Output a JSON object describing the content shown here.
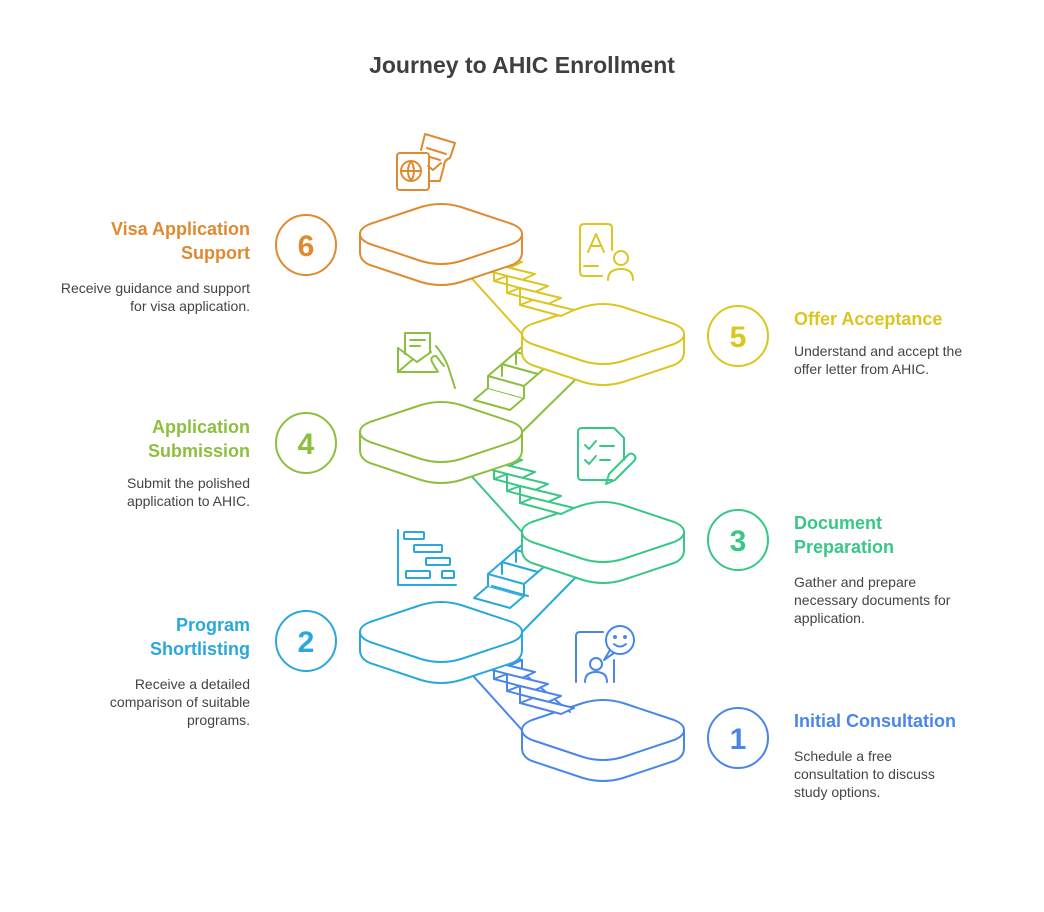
{
  "title": "Journey to AHIC Enrollment",
  "colors": {
    "step1": "#4A86E8",
    "step2": "#29A8DC",
    "step3": "#38C786",
    "step4": "#8DBF3F",
    "step5": "#DCC51F",
    "step6": "#E08A30"
  },
  "steps": [
    {
      "number": "1",
      "title": "Initial Consultation",
      "description": "Schedule a free consultation to discuss study options.",
      "icon": "consultation-chat-icon"
    },
    {
      "number": "2",
      "title": "Program Shortlisting",
      "description": "Receive a detailed comparison of suitable programs.",
      "icon": "gantt-chart-icon"
    },
    {
      "number": "3",
      "title": "Document Preparation",
      "description": "Gather and prepare necessary documents for application.",
      "icon": "checklist-edit-icon"
    },
    {
      "number": "4",
      "title": "Application Submission",
      "description": "Submit the polished application to AHIC.",
      "icon": "envelope-hand-icon"
    },
    {
      "number": "5",
      "title": "Offer Acceptance",
      "description": "Understand and accept the offer letter from AHIC.",
      "icon": "grade-certificate-icon"
    },
    {
      "number": "6",
      "title": "Visa Application Support",
      "description": "Receive guidance and support for visa application.",
      "icon": "passport-ticket-icon"
    }
  ]
}
